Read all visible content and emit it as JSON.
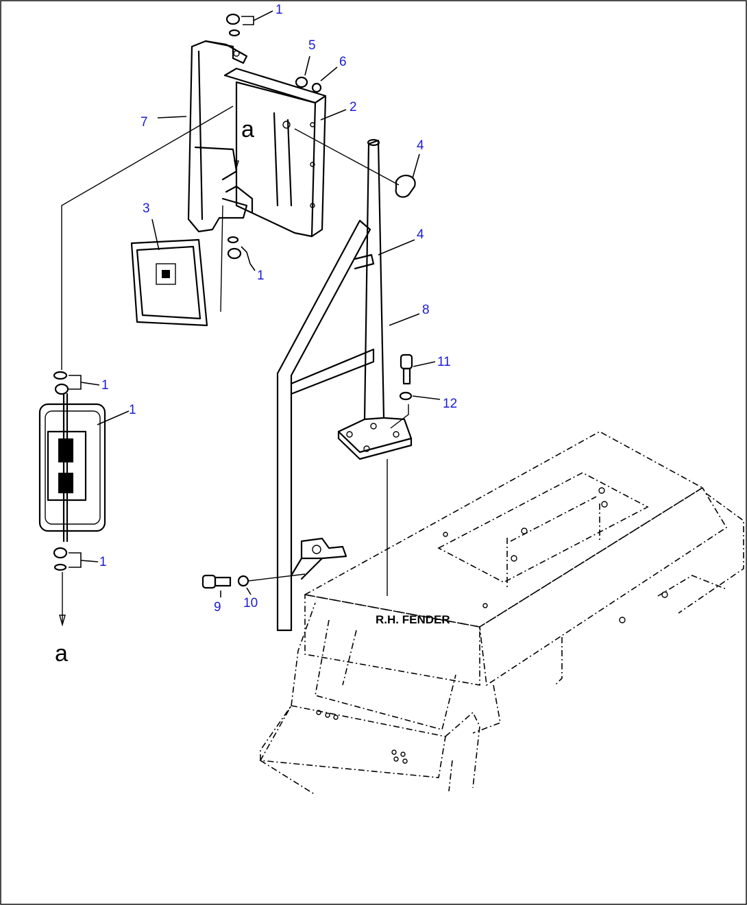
{
  "callouts": [
    {
      "text": "1"
    },
    {
      "text": "5"
    },
    {
      "text": "6"
    },
    {
      "text": "2"
    },
    {
      "text": "7"
    },
    {
      "text": "4"
    },
    {
      "text": "3"
    },
    {
      "text": "1"
    },
    {
      "text": "4"
    },
    {
      "text": "8"
    },
    {
      "text": "11"
    },
    {
      "text": "12"
    },
    {
      "text": "1"
    },
    {
      "text": "1"
    },
    {
      "text": "1"
    },
    {
      "text": "9"
    },
    {
      "text": "10"
    }
  ],
  "reference_letter": "a",
  "fender_label": "R.H. FENDER",
  "colors": {
    "callout": "#1a1ad6",
    "line": "#000000",
    "background": "#ffffff"
  }
}
